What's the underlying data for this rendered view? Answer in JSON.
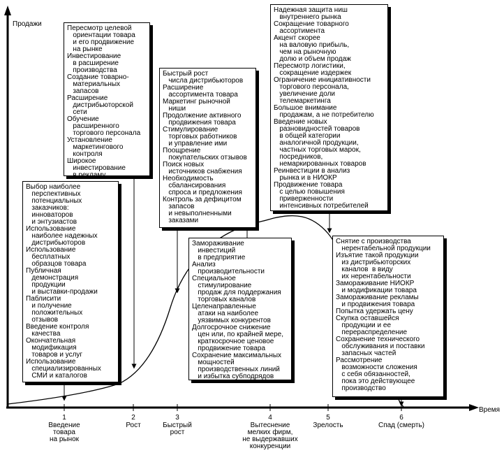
{
  "axis": {
    "y_label": "Продажи",
    "x_label": "Время"
  },
  "stages": [
    {
      "num": "1",
      "label": "Введение\nтовара\nна рынок"
    },
    {
      "num": "2",
      "label": "Рост"
    },
    {
      "num": "3",
      "label": "Быстрый\nрост"
    },
    {
      "num": "4",
      "label": "Вытеснение\nмелких фирм,\nне выдержавших\nконкуренции"
    },
    {
      "num": "5",
      "label": "Зрелость"
    },
    {
      "num": "6",
      "label": "Спад (смерть)"
    }
  ],
  "boxes": {
    "stage1": [
      "Выбор наиболее",
      "   перспективных",
      "   потенциальных",
      "   заказчиков:",
      "   инноваторов",
      "   и энтузиастов",
      "Использование",
      "   наиболее надежных",
      "   дистрибьюторов",
      "Использование",
      "   бесплатных",
      "   образцов товара",
      "Публичная",
      "   демонстрация",
      "   продукции",
      "   и выставки-продажи",
      "Паблисити",
      "   и получение",
      "   положительных",
      "   отзывов",
      "Введение контроля",
      "   качества",
      "Окончательная",
      "   модификация",
      "   товаров и услуг",
      "Использование",
      "   специализированных",
      "   СМИ и каталогов"
    ],
    "stage2": [
      "Пересмотр целевой",
      "   ориентации товара",
      "   и его продвижение",
      "   на рынке",
      "Инвестирование",
      "   в расширение",
      "   производства",
      "Создание товарно-",
      "   материальных",
      "   запасов",
      "Расширение",
      "   дистрибьюторской",
      "   сети",
      "Обучение",
      "   расширенного",
      "   торгового персонала",
      "Установление",
      "   маркетингового",
      "   контроля",
      "Широкое",
      "   инвестирование",
      "   в рекламу"
    ],
    "stage3": [
      "Быстрый рост",
      "   числа дистрибьюторов",
      "Расширение",
      "   ассортимента товара",
      "Маркетинг рыночной",
      "   ниши",
      "Продолжение активного",
      "   продвижения товара",
      "Стимулирование",
      "   торговых работников",
      "   и управление ими",
      "Поощрение",
      "   покупательских отзывов",
      "Поиск новых",
      "   источников снабжения",
      "Необходимость",
      "   сбалансирования",
      "   спроса и предложения",
      "Контроль за дефицитом",
      "   запасов",
      "   и невыполненными",
      "   заказами"
    ],
    "stage4": [
      "Замораживание",
      "   инвестиций",
      "   в предприятие",
      "Анализ",
      "   производительности",
      "Специальное",
      "   стимулирование",
      "   продаж для поддержания",
      "   торговых каналов",
      "Целенаправленные",
      "   атаки на наиболее",
      "   уязвимых конкурентов",
      "Долгосрочное снижение",
      "   цен или, по крайней мере,",
      "   краткосрочное ценовое",
      "   продвижение товара",
      "Сохранение максимальных",
      "   мощностей",
      "   производственных линий",
      "   и избытка субподрядов"
    ],
    "stage5": [
      "Надежная защита ниш",
      "   внутреннего рынка",
      "Сокращение товарного",
      "   ассортимента",
      "Акцент скорее",
      "   на валовую прибыль,",
      "   чем на рыночную",
      "   долю и объем продаж",
      "Пересмотр логистики,",
      "   сокращение издержек",
      "Ограничение инициативности",
      "   торгового персонала,",
      "   увеличение доли",
      "   телемаркетинга",
      "Большое внимание",
      "   продажам, а не потребителю",
      "Введение новых",
      "   разновидностей товаров",
      "   в общей категории",
      "   аналогичной продукции,",
      "   частных торговых марок,",
      "   посредников,",
      "   немаркированных товаров",
      "Реинвестиции в анализ",
      "   рынка и в НИОКР",
      "Продвижение товара",
      "   с целью повышения",
      "   приверженности",
      "   интенсивных потребителей"
    ],
    "stage6": [
      "Снятие с производства",
      "   нерентабельной продукции",
      "Изъятие такой продукции",
      "   из дистрибьюторских",
      "   каналов  в виду",
      "   их нерентабельности",
      "Замораживание НИОКР",
      "   и модификации товара",
      "Замораживание рекламы",
      "   и продвижения товара",
      "Попытка удержать цену",
      "Скупка оставшейся",
      "   продукции и ее",
      "   перераспределение",
      "Сохранение технического",
      "   обслуживания и поставки",
      "   запасных частей",
      "Рассмотрение",
      "   возможности сложения",
      "   с себя обязанностей,",
      "   пока это действующее",
      "   производство"
    ]
  }
}
